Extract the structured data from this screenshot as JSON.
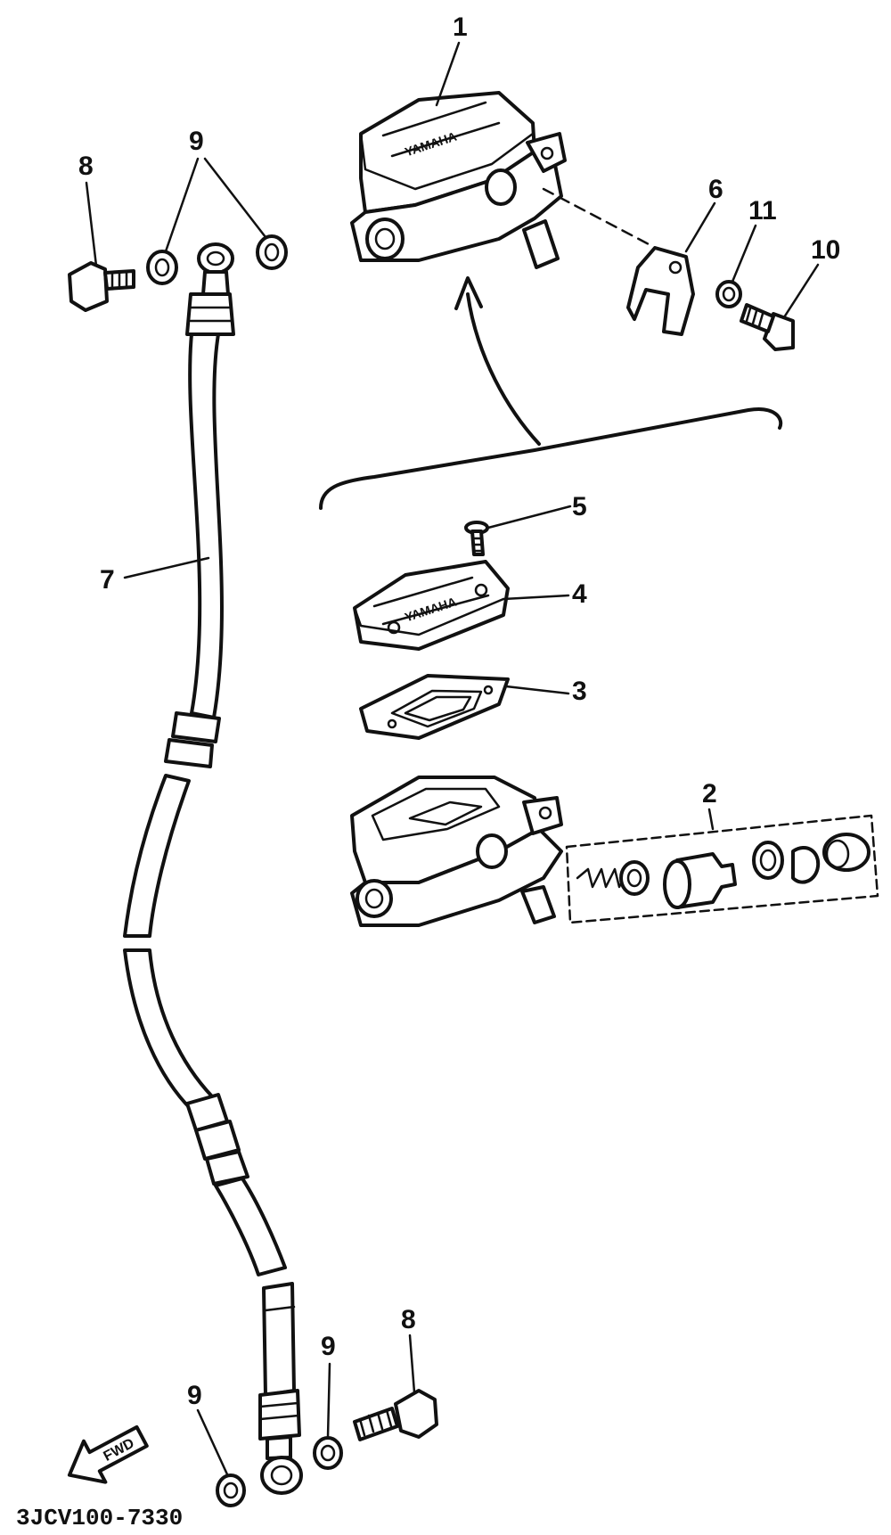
{
  "callouts": {
    "c1": "1",
    "c2": "2",
    "c3": "3",
    "c4": "4",
    "c5": "5",
    "c6": "6",
    "c7": "7",
    "c8_top": "8",
    "c8_bottom": "8",
    "c9_top": "9",
    "c9_bottom_left": "9",
    "c9_bottom_right": "9",
    "c10": "10",
    "c11": "11"
  },
  "brand": {
    "cap_logo_top": "YAMAHA",
    "cap_logo_exploded": "YAMAHA"
  },
  "fwd_label": "FWD",
  "diagram_code": "3JCV100-7330"
}
